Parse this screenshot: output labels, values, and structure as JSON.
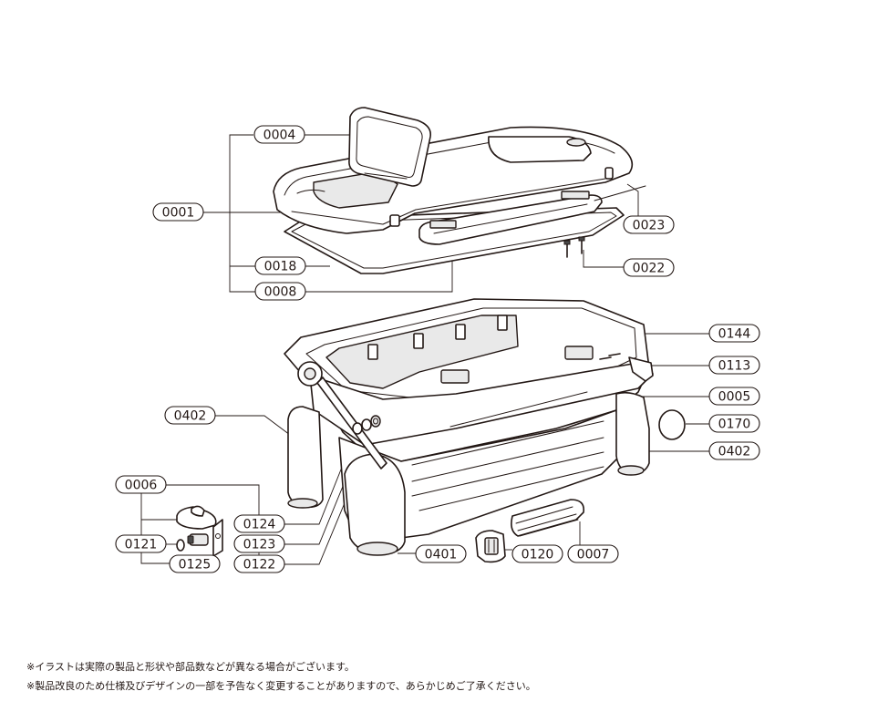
{
  "diagram": {
    "labels": {
      "p0004": "0004",
      "p0001": "0001",
      "p0018": "0018",
      "p0008": "0008",
      "p0023": "0023",
      "p0022": "0022",
      "p0144": "0144",
      "p0113": "0113",
      "p0005": "0005",
      "p0170": "0170",
      "p0402a": "0402",
      "p0402b": "0402",
      "p0006": "0006",
      "p0124": "0124",
      "p0123": "0123",
      "p0121": "0121",
      "p0125": "0125",
      "p0122": "0122",
      "p0401": "0401",
      "p0120": "0120",
      "p0007": "0007"
    }
  },
  "notes": {
    "line1": "※イラストは実際の製品と形状や部品数などが異なる場合がございます。",
    "line2": "※製品改良のため仕様及びデザインの一部を予告なく変更することがありますので、あらかじめご了承ください。"
  }
}
